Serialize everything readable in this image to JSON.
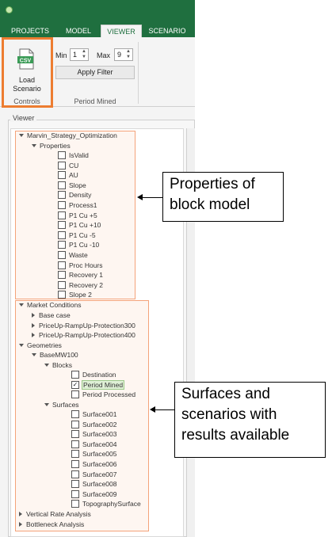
{
  "tabs": [
    {
      "label": "PROJECTS"
    },
    {
      "label": "MODEL"
    },
    {
      "label": "VIEWER"
    },
    {
      "label": "SCENARIO"
    }
  ],
  "ribbon": {
    "load_icon_text": "CSV",
    "load_label_line1": "Load",
    "load_label_line2": "Scenario",
    "controls_caption": "Controls",
    "min_label": "Min",
    "min_value": "1",
    "max_label": "Max",
    "max_value": "9",
    "apply_button": "Apply Filter",
    "period_caption": "Period Mined"
  },
  "viewer": {
    "title": "Viewer",
    "root": "Marvin_Strategy_Optimization",
    "properties_label": "Properties",
    "properties": [
      "IsValid",
      "CU",
      "AU",
      "Slope",
      "Density",
      "Process1",
      "P1 Cu +5",
      "P1 Cu +10",
      "P1 Cu -5",
      "P1 Cu -10",
      "Waste",
      "Proc Hours",
      "Recovery 1",
      "Recovery 2",
      "Slope 2"
    ],
    "market_conditions": "Market Conditions",
    "market_items": [
      "Base case",
      "PriceUp-RampUp-Protection300",
      "PriceUp-RampUp-Protection400"
    ],
    "geometries": "Geometries",
    "basemw": "BaseMW100",
    "blocks_label": "Blocks",
    "blocks": [
      {
        "label": "Destination",
        "checked": false
      },
      {
        "label": "Period Mined",
        "checked": true
      },
      {
        "label": "Period Processed",
        "checked": false
      }
    ],
    "surfaces_label": "Surfaces",
    "surfaces": [
      "Surface001",
      "Surface002",
      "Surface003",
      "Surface004",
      "Surface005",
      "Surface006",
      "Surface007",
      "Surface008",
      "Surface009",
      "TopographySurface"
    ],
    "vertical_rate": "Vertical Rate Analysis",
    "bottleneck": "Bottleneck Analysis"
  },
  "callouts": {
    "properties_line1": "Properties of",
    "properties_line2": "block model",
    "surfaces_line1": "Surfaces and",
    "surfaces_line2": "scenarios with",
    "surfaces_line3": "results available"
  },
  "colors": {
    "title_bar": "#1f6f3f",
    "highlight": "#ed7d31",
    "selected": "#dff0d6"
  }
}
